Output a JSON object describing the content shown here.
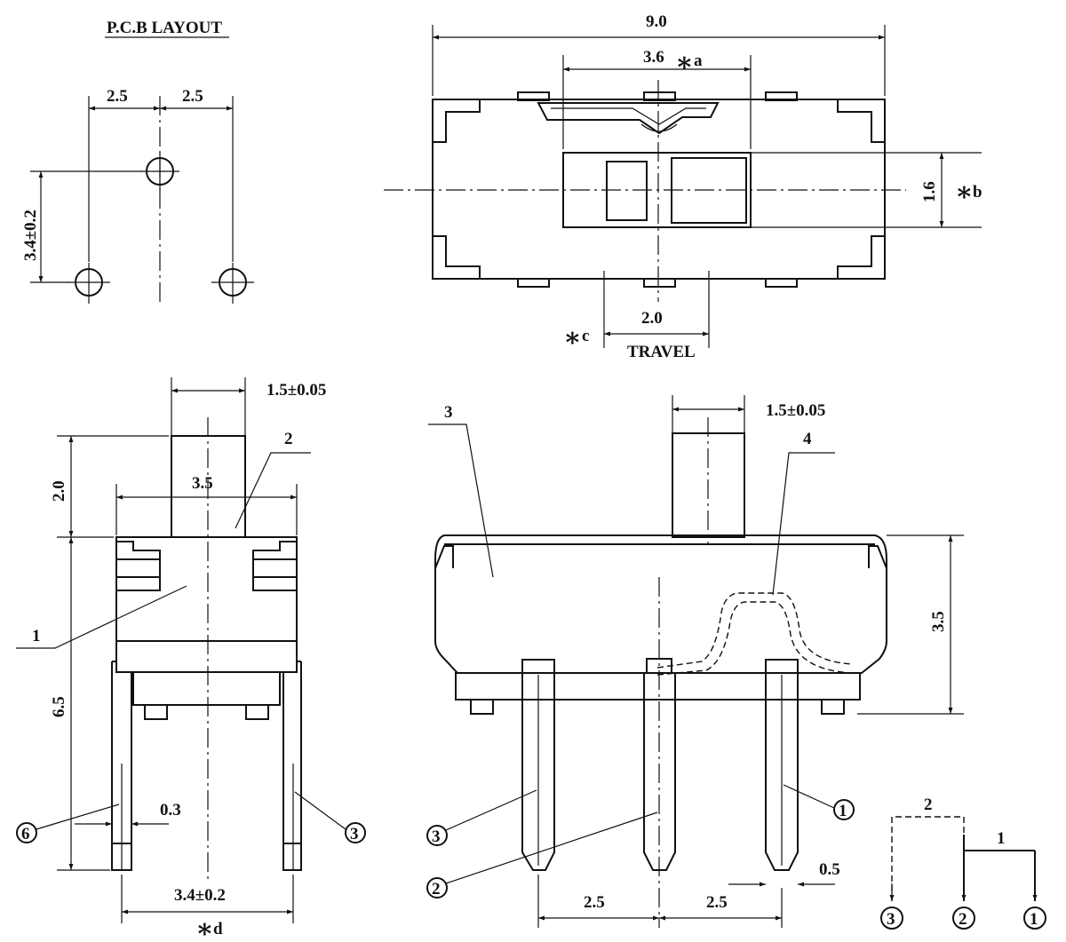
{
  "pcb_layout": {
    "title": "P.C.B LAYOUT",
    "dim_left": "2.5",
    "dim_right": "2.5",
    "dim_vertical": "3.4±0.2"
  },
  "top_view": {
    "dim_overall": "9.0",
    "dim_a": "3.6",
    "mark_a": "a",
    "dim_b": "1.6",
    "mark_b": "b",
    "dim_c": "2.0",
    "mark_c": "c",
    "travel_label": "TRAVEL"
  },
  "side_view": {
    "dim_actuator_width": "1.5±0.05",
    "dim_actuator_height": "2.0",
    "dim_body_width": "3.5",
    "dim_pin_height": "6.5",
    "dim_pin_thickness": "0.3",
    "dim_pin_span": "3.4±0.2",
    "mark_d": "d",
    "part_label_1": "1",
    "part_label_2": "2",
    "pin_6": "6",
    "pin_3": "3"
  },
  "front_view": {
    "dim_actuator_width": "1.5±0.05",
    "dim_height": "3.5",
    "dim_pitch_left": "2.5",
    "dim_pitch_right": "2.5",
    "dim_pin_width": "0.5",
    "part_label_3": "3",
    "part_label_4": "4",
    "pin_3": "3",
    "pin_2": "2",
    "pin_1": "1"
  },
  "schematic": {
    "label_2": "2",
    "label_1": "1",
    "pin_3": "3",
    "pin_2": "2",
    "pin_1": "1"
  },
  "star_glyph": "∗"
}
